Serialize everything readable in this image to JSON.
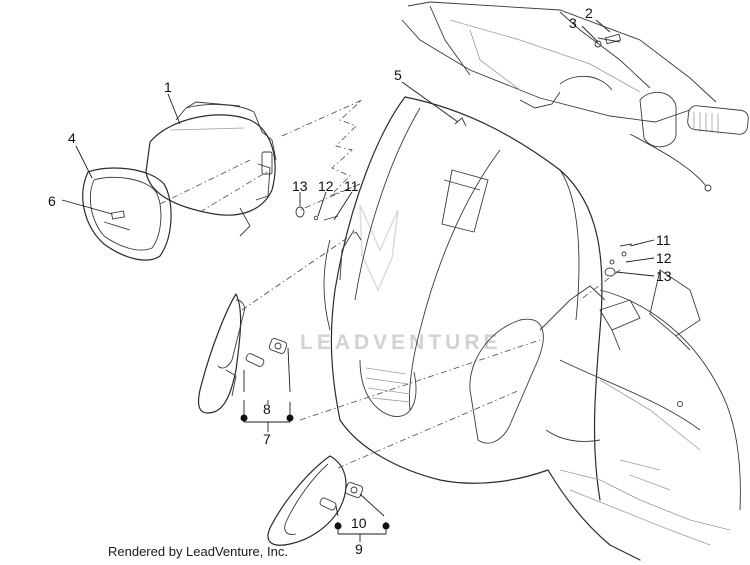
{
  "callouts": {
    "c1": "1",
    "c2": "2",
    "c3": "3",
    "c4": "4",
    "c5": "5",
    "c6": "6",
    "c7": "7",
    "c8": "8",
    "c9": "9",
    "c10": "10",
    "c11a": "11",
    "c12a": "12",
    "c13a": "13",
    "c11b": "11",
    "c12b": "12",
    "c13b": "13"
  },
  "watermark": "LEADVENTURE",
  "footer": {
    "credit": "Rendered by LeadVenture, Inc."
  }
}
